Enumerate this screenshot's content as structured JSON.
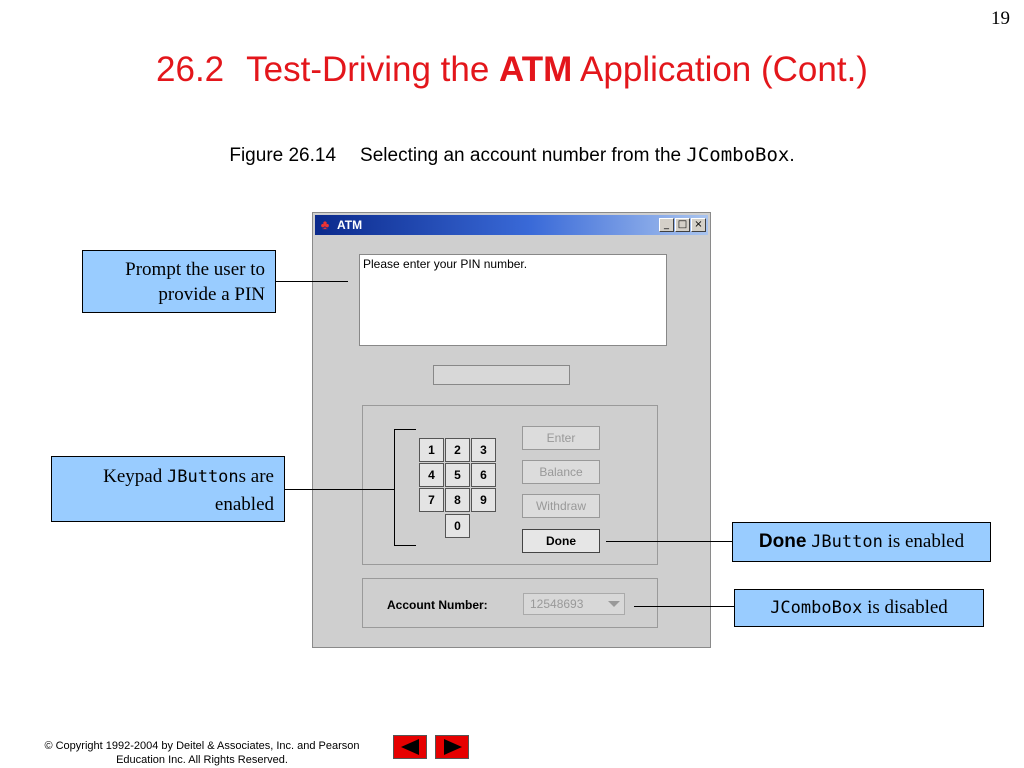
{
  "page_number": "19",
  "title": {
    "section": "26.2",
    "prefix": "Test-Driving the",
    "bold": "ATM",
    "suffix": "Application (Cont.)"
  },
  "caption": {
    "figure": "Figure 26.14",
    "text": "Selecting an account number from the",
    "code": "JComboBox",
    "end": "."
  },
  "atm_window": {
    "title": "ATM",
    "icon": "atm-app-icon",
    "controls": {
      "minimize": "_",
      "maximize": "□",
      "close": "×"
    },
    "message": "Please enter your PIN number.",
    "pin_value": "",
    "keypad": [
      "1",
      "2",
      "3",
      "4",
      "5",
      "6",
      "7",
      "8",
      "9",
      "0"
    ],
    "buttons": {
      "enter": "Enter",
      "balance": "Balance",
      "withdraw": "Withdraw",
      "done": "Done"
    },
    "account_label": "Account Number:",
    "account_selected": "12548693"
  },
  "callouts": {
    "prompt": {
      "line1": "Prompt the user to",
      "line2": "provide a PIN"
    },
    "keypad": {
      "pre": "Keypad ",
      "code": "JButton",
      "post": "s are",
      "line2": "enabled"
    },
    "done": {
      "bold": "Done",
      "code": "JButton",
      "post": "is enabled"
    },
    "combo": {
      "code": "JComboBox",
      "post": "is disabled"
    }
  },
  "footer": {
    "line1": "© Copyright 1992-2004 by Deitel & Associates, Inc. and Pearson",
    "line2": "Education Inc. All Rights Reserved."
  },
  "colors": {
    "title": "#e3161b",
    "callout_bg": "#99ccff",
    "nav": "#e60000"
  }
}
